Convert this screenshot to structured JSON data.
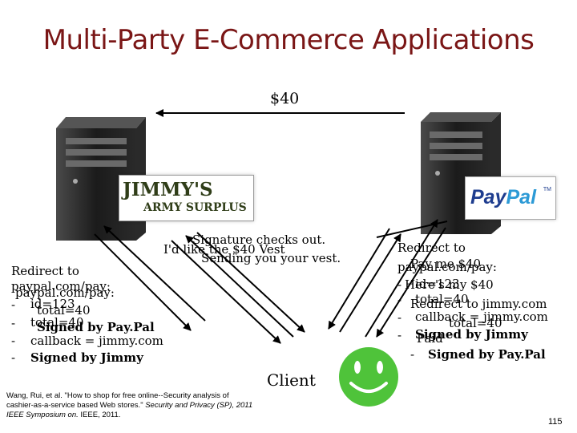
{
  "slide": {
    "title": "Multi-Party E-Commerce Applications",
    "price": "$40",
    "client_label": "Client",
    "slide_number": "115",
    "citation": "Wang, Rui, et al. \"How to shop for free online--Security analysis of cashier-as-a-service based Web stores.\" Security and Privacy (SP), 2011 IEEE Symposium on. IEEE, 2011.",
    "citation_parts": {
      "plain": "Wang, Rui, et al. \"How to shop for free online--Security analysis of cashier-as-a-service based Web stores.\"",
      "italic": "Security and Privacy (SP), 2011 IEEE Symposium on.",
      "tail": "IEEE, 2011."
    }
  },
  "logos": {
    "jimmy": {
      "line1": "JIMMY'S",
      "line2": "ARMY SURPLUS"
    },
    "paypal": {
      "pay": "Pay",
      "pal": "Pal",
      "tm": "TM"
    }
  },
  "center_messages": {
    "signature_checks": "Signature checks out.",
    "vest_request": "I'd like the $40 Vest",
    "sending_vest": "Sending you your vest."
  },
  "left_messages": {
    "redirect": "Redirect to",
    "url_a": "paypal.com/pay:",
    "url_b": "paypal.com/pay:",
    "items": [
      {
        "dash": "-",
        "text": "id=123"
      },
      {
        "dash": "",
        "text": "total=40"
      },
      {
        "dash": "-",
        "text": "total=40"
      },
      {
        "dash": "-",
        "text": "callback = jimmy.com"
      },
      {
        "dash": "-",
        "text": "Signed by Jimmy"
      }
    ],
    "signed_paypal": "Signed by Pay.Pal"
  },
  "right_messages": {
    "redirect": "Redirect to",
    "url": "paypal.com/pay:",
    "pay_me": "Pay me $40",
    "heres": "Here's my $40",
    "id": "id=123",
    "total": "total=40",
    "redirect_jimmy": "Redirect to jimmy.com",
    "callback": "callback = jimmy.com",
    "total_paid": "total=40",
    "paid": "Paid",
    "signed_jimmy": "Signed by Jimmy",
    "signed_paypal": "Signed by Pay.Pal",
    "dash": "-"
  },
  "colors": {
    "title": "#7a1616",
    "server_dark": "#1a1a1a",
    "paypal_blue": "#1e3d8f",
    "paypal_light": "#2c9ad6",
    "smiley": "#4fc33a",
    "jimmy_green": "#2f3d18"
  }
}
